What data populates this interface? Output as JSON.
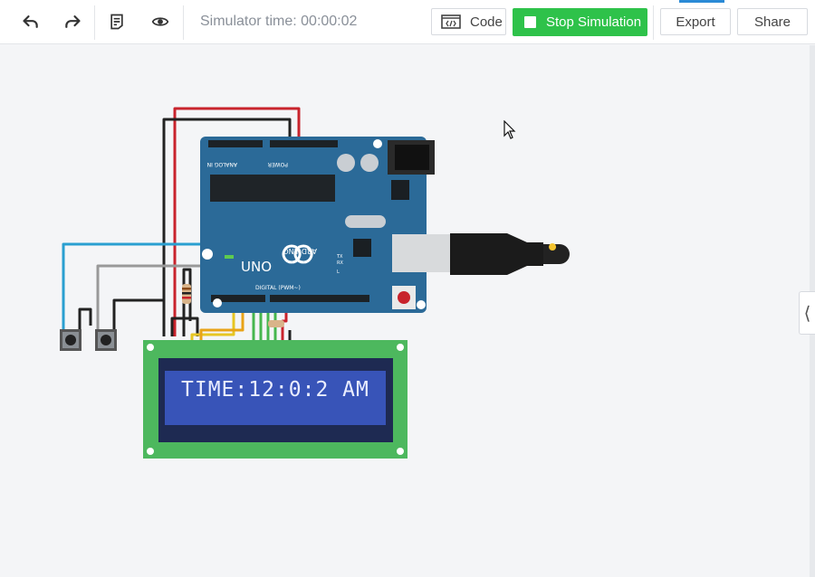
{
  "toolbar": {
    "sim_time_label": "Simulator time: 00:00:02",
    "code_label": "Code",
    "stop_label": "Stop Simulation",
    "export_label": "Export",
    "share_label": "Share"
  },
  "board": {
    "brand": "ARDUINO",
    "model": "UNO",
    "analog_header": "ANALOG IN",
    "power_header": "POWER",
    "digital_header": "DIGITAL (PWM~)",
    "tx_label": "TX",
    "rx_label": "RX",
    "l_label": "L"
  },
  "lcd": {
    "display_text": "TIME:12:0:2 AM"
  },
  "colors": {
    "accent_green": "#2ec24a",
    "board_blue": "#2b6a98",
    "lcd_green": "#4db85e",
    "lcd_screen": "#3854b8"
  }
}
